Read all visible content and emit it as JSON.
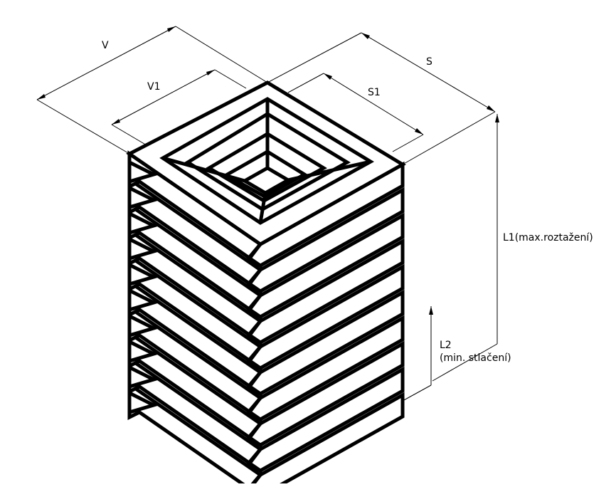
{
  "diagram": {
    "pleat_count": 10,
    "labels": {
      "v": "V",
      "v1": "V1",
      "s": "S",
      "s1": "S1",
      "l1": "L1(max.roztažení)",
      "l2_line1": "L2",
      "l2_line2": "(min. stlačení)"
    },
    "colors": {
      "stroke": "#000000",
      "background": "#ffffff"
    }
  }
}
